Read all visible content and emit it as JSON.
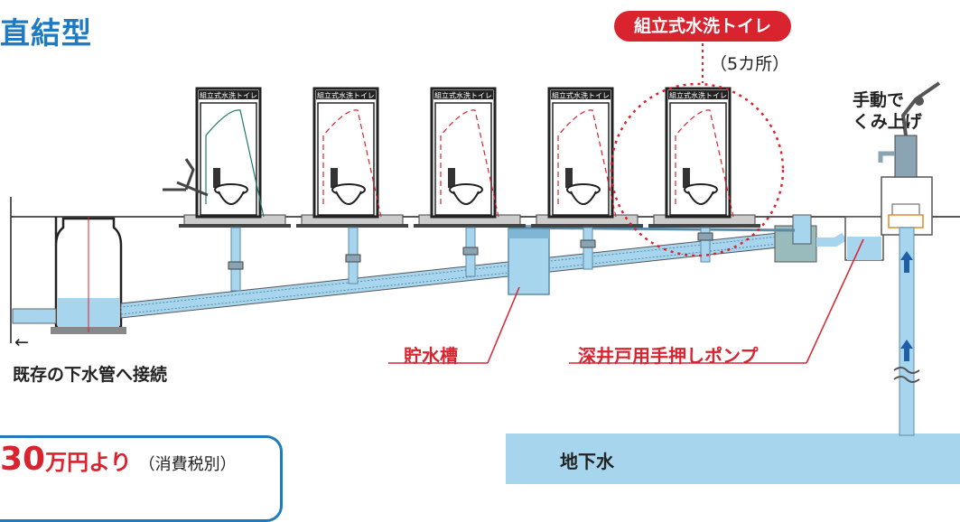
{
  "title": "直結型",
  "pill_label": "組立式水洗トイレ",
  "count_note": "（5カ所）",
  "pump_note_line1": "手動で",
  "pump_note_line2": "くみ上げ",
  "sewer_arrow": "←",
  "sewer_label": "既存の下水管へ接続",
  "tank_label": "貯水槽",
  "pump_label": "深井戸用手押しポンプ",
  "groundwater_label": "地下水",
  "price": {
    "number": "30",
    "unit": "万円より",
    "tax": "（消費税別）"
  },
  "toilet_sign": "組立式水洗トイレ",
  "colors": {
    "accent_blue": "#1f7bc1",
    "accent_red": "#d9232e",
    "water": "#a8d5ee"
  }
}
